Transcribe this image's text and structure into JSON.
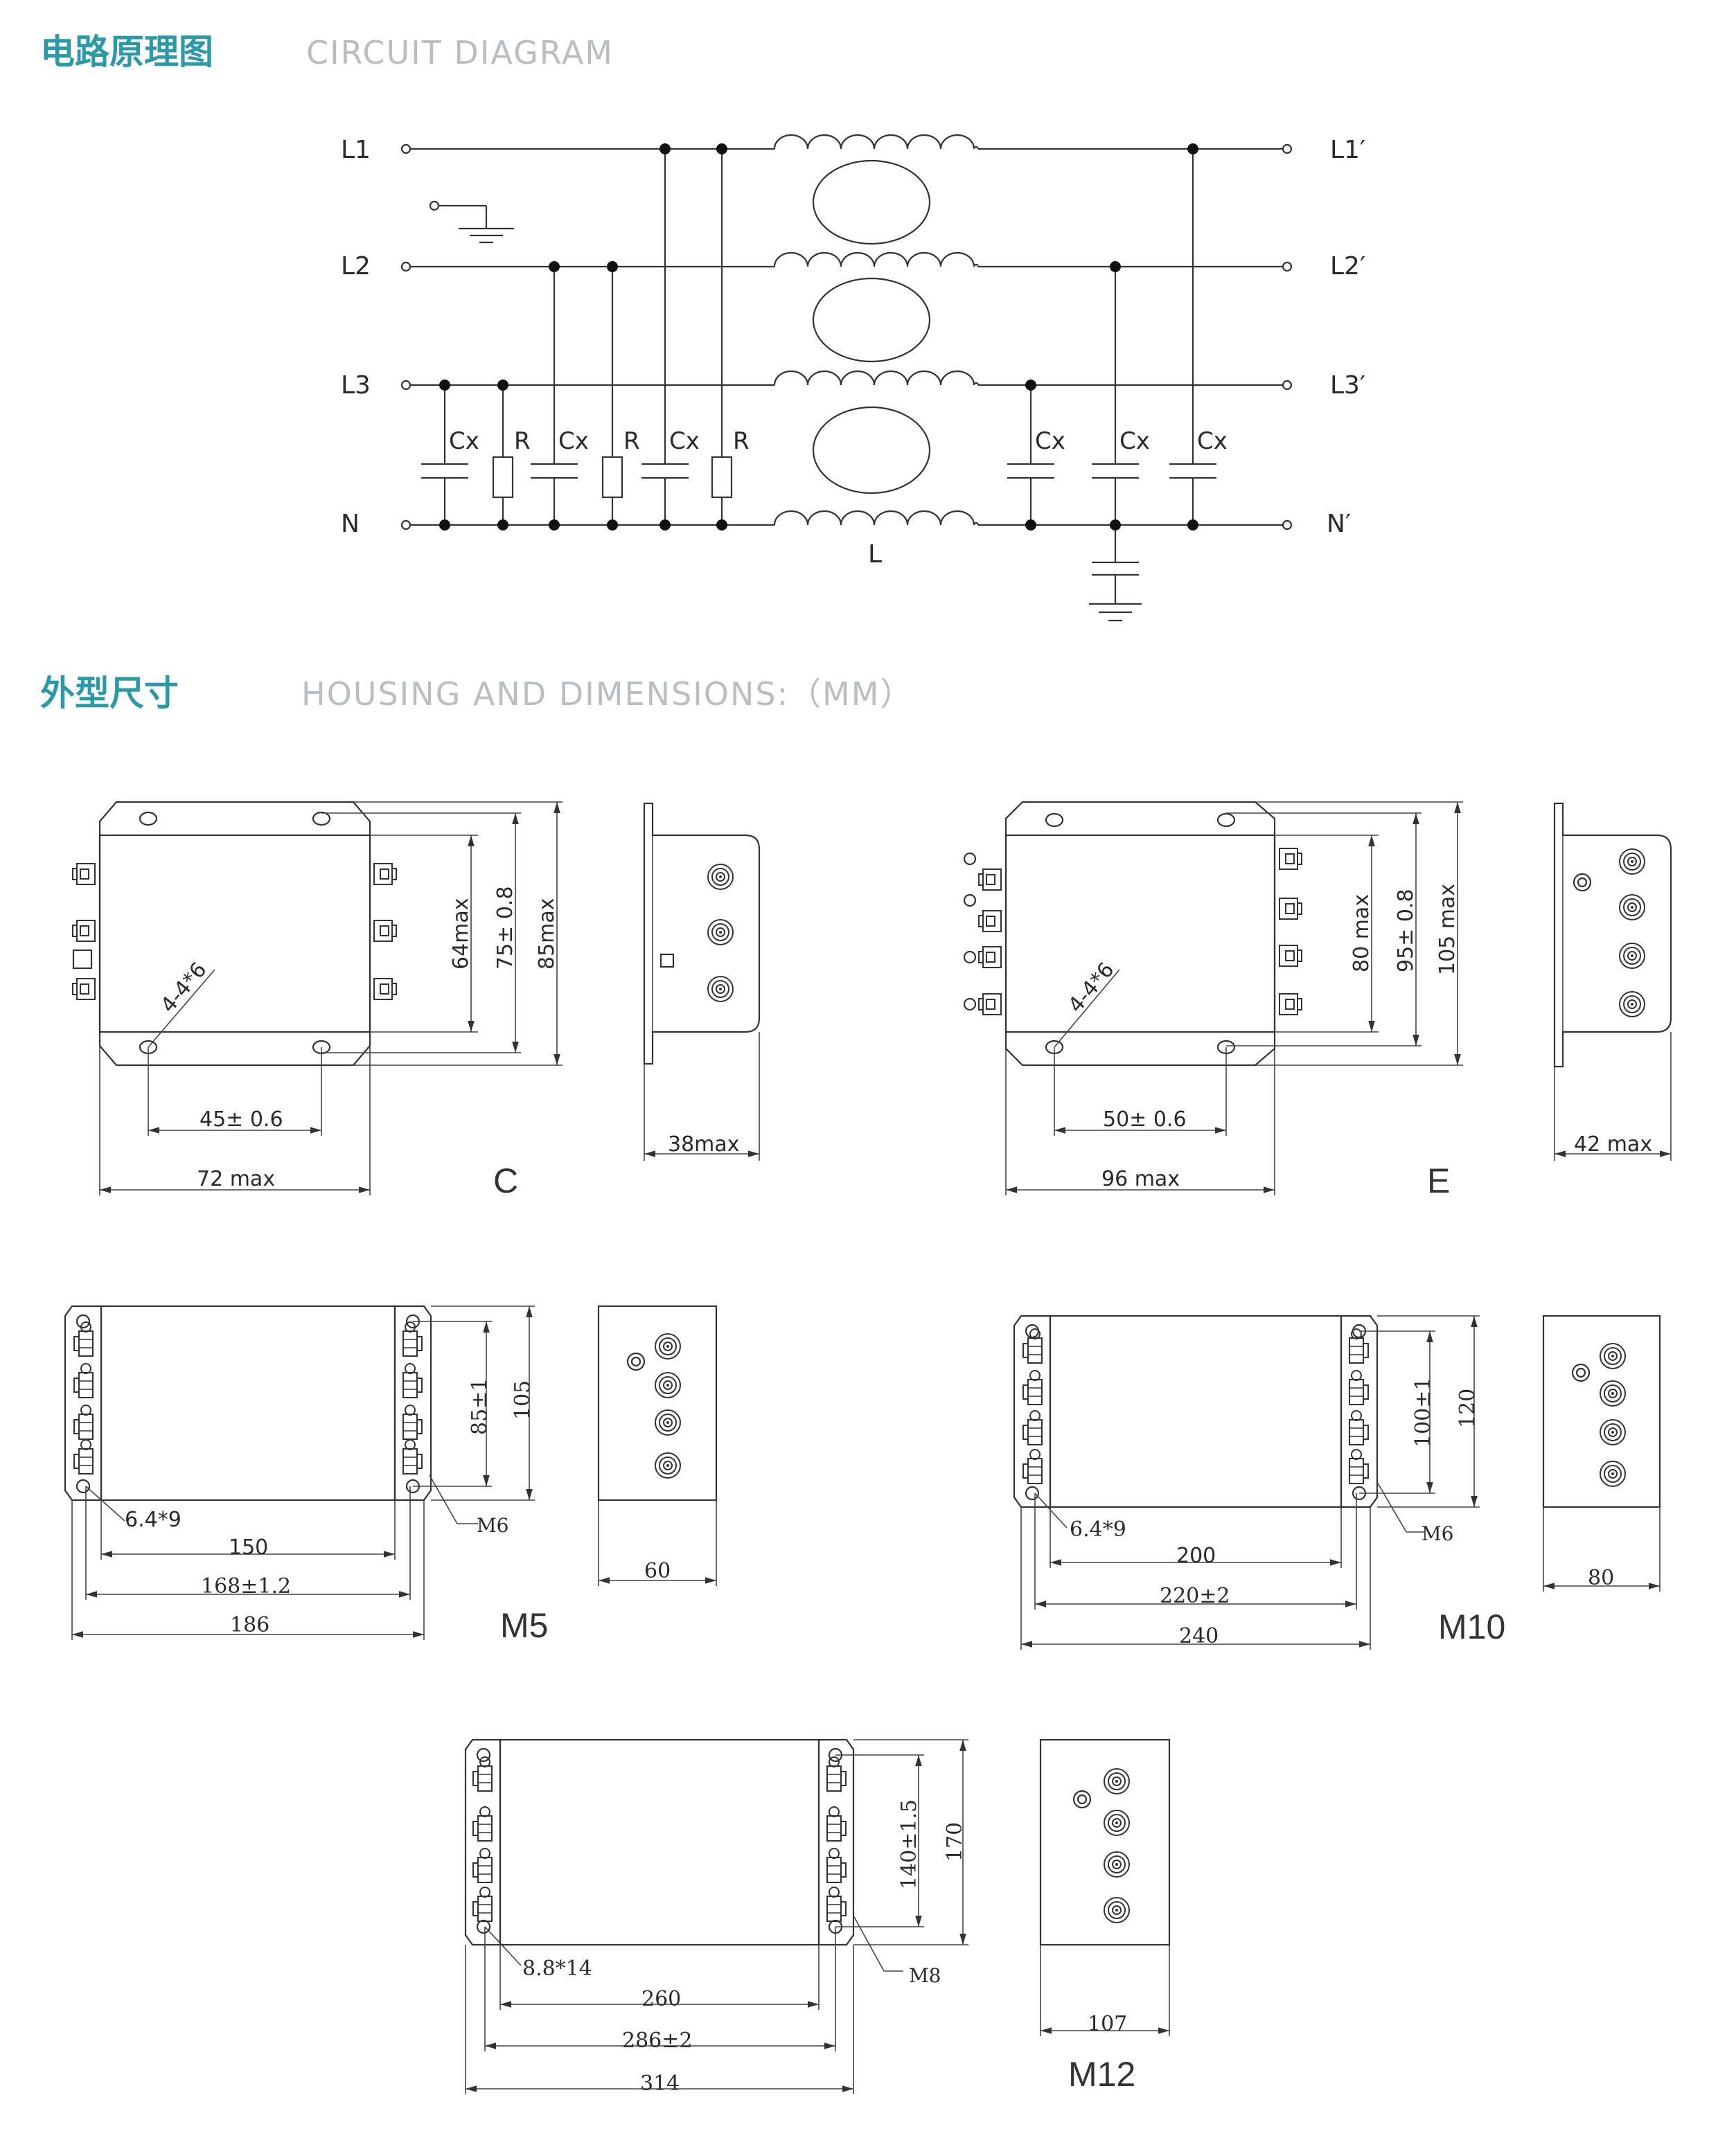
{
  "section1": {
    "title_zh": "电路原理图",
    "title_en": "CIRCUIT DIAGRAM"
  },
  "section2": {
    "title_zh": "外型尺寸",
    "title_en": "HOUSING AND DIMENSIONS:（MM）"
  },
  "circuit": {
    "inputs": [
      "L1",
      "L2",
      "L3",
      "N"
    ],
    "outputs": [
      "L1′",
      "L2′",
      "L3′",
      "N′"
    ],
    "cx": "Cx",
    "r": "R",
    "inductor": "L"
  },
  "models": {
    "C": {
      "name": "C",
      "hole": "4-4*6",
      "h1": "64max",
      "h2": "75± 0.8",
      "h3": "85max",
      "w1": "45± 0.6",
      "w2": "72 max",
      "depth": "38max"
    },
    "E": {
      "name": "E",
      "hole": "4-4*6",
      "h1": "80 max",
      "h2": "95± 0.8",
      "h3": "105 max",
      "w1": "50± 0.6",
      "w2": "96 max",
      "depth": "42 max"
    },
    "M5": {
      "name": "M5",
      "hole": "6.4*9",
      "bolt": "M6",
      "h1": "85±1",
      "h2": "105",
      "w1": "150",
      "w2": "168±1.2",
      "w3": "186",
      "depth": "60"
    },
    "M10": {
      "name": "M10",
      "hole": "6.4*9",
      "bolt": "M6",
      "h1": "100±1",
      "h2": "120",
      "w1": "200",
      "w2": "220±2",
      "w3": "240",
      "depth": "80"
    },
    "M12": {
      "name": "M12",
      "hole": "8.8*14",
      "bolt": "M8",
      "h1": "140±1.5",
      "h2": "170",
      "w1": "260",
      "w2": "286±2",
      "w3": "314",
      "depth": "107"
    }
  }
}
